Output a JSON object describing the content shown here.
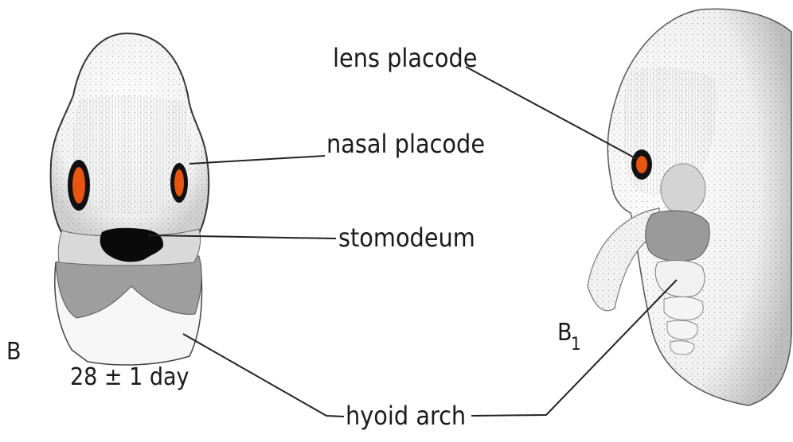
{
  "figure": {
    "panel_front_label": "B",
    "panel_side_label": "B",
    "panel_side_subscript": "1",
    "age_label": "28 ± 1 day"
  },
  "labels": {
    "lens_placode": "lens placode",
    "nasal_placode": "nasal placode",
    "stomodeum": "stomodeum",
    "hyoid_arch": "hyoid arch"
  },
  "colors": {
    "placode_fill": "#e8550e",
    "placode_ring": "#111111",
    "arch_gray": "#9a9a9a",
    "light_gray": "#d6d6d6",
    "stomodeum": "#0a0a0a"
  }
}
